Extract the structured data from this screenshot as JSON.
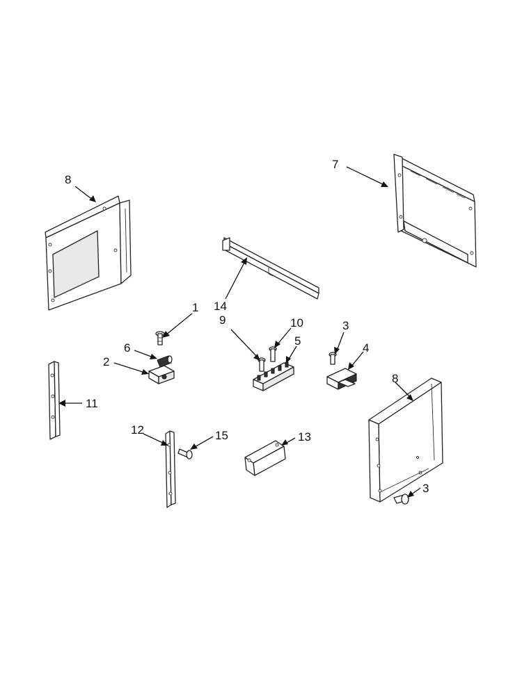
{
  "diagram": {
    "callouts": {
      "c1": "1",
      "c2": "2",
      "c3a": "3",
      "c3b": "3",
      "c4": "4",
      "c5": "5",
      "c6": "6",
      "c7": "7",
      "c8a": "8",
      "c8b": "8",
      "c9": "9",
      "c10": "10",
      "c11": "11",
      "c12": "12",
      "c13": "13",
      "c14": "14",
      "c15": "15"
    }
  }
}
